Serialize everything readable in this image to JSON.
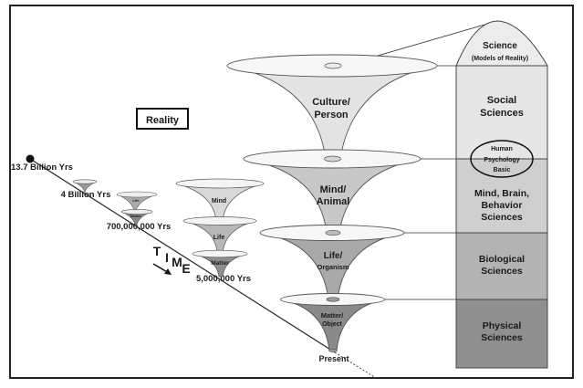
{
  "title_box": "Reality",
  "timeline": {
    "label_letters": [
      "T",
      "I",
      "M",
      "E"
    ],
    "points": [
      "13.7 Billion Yrs",
      "4 Billion Yrs",
      "700,000,000 Yrs",
      "5,000,000 Yrs",
      "Present"
    ]
  },
  "small_funnels": {
    "life": "Life",
    "matter": "Matter"
  },
  "mid_funnels": {
    "mind": "Mind",
    "life": "Life",
    "matter": "Matter"
  },
  "big_funnels": [
    {
      "line1": "Culture/",
      "line2": "Person",
      "color": "#e3e3e3"
    },
    {
      "line1": "Mind/",
      "line2": "Animal",
      "color": "#c8c8c8"
    },
    {
      "line1": "Life/",
      "line2": "Organism",
      "color": "#a9a9a9"
    },
    {
      "line1": "Matter/",
      "line2": "Object",
      "color": "#8a8a8a"
    }
  ],
  "science_column": {
    "top_title": "Science",
    "top_subtitle": "(Models of Reality)",
    "levels": [
      {
        "lines": [
          "Social",
          "Sciences"
        ],
        "color": "#e6e6e6"
      },
      {
        "lines": [
          "Mind, Brain,",
          "Behavior",
          "Sciences"
        ],
        "color": "#cfcfcf"
      },
      {
        "lines": [
          "Biological",
          "Sciences"
        ],
        "color": "#b3b3b3"
      },
      {
        "lines": [
          "Physical",
          "Sciences"
        ],
        "color": "#8f8f8f"
      }
    ],
    "oval": [
      "Human",
      "Psychology",
      "Basic"
    ]
  }
}
